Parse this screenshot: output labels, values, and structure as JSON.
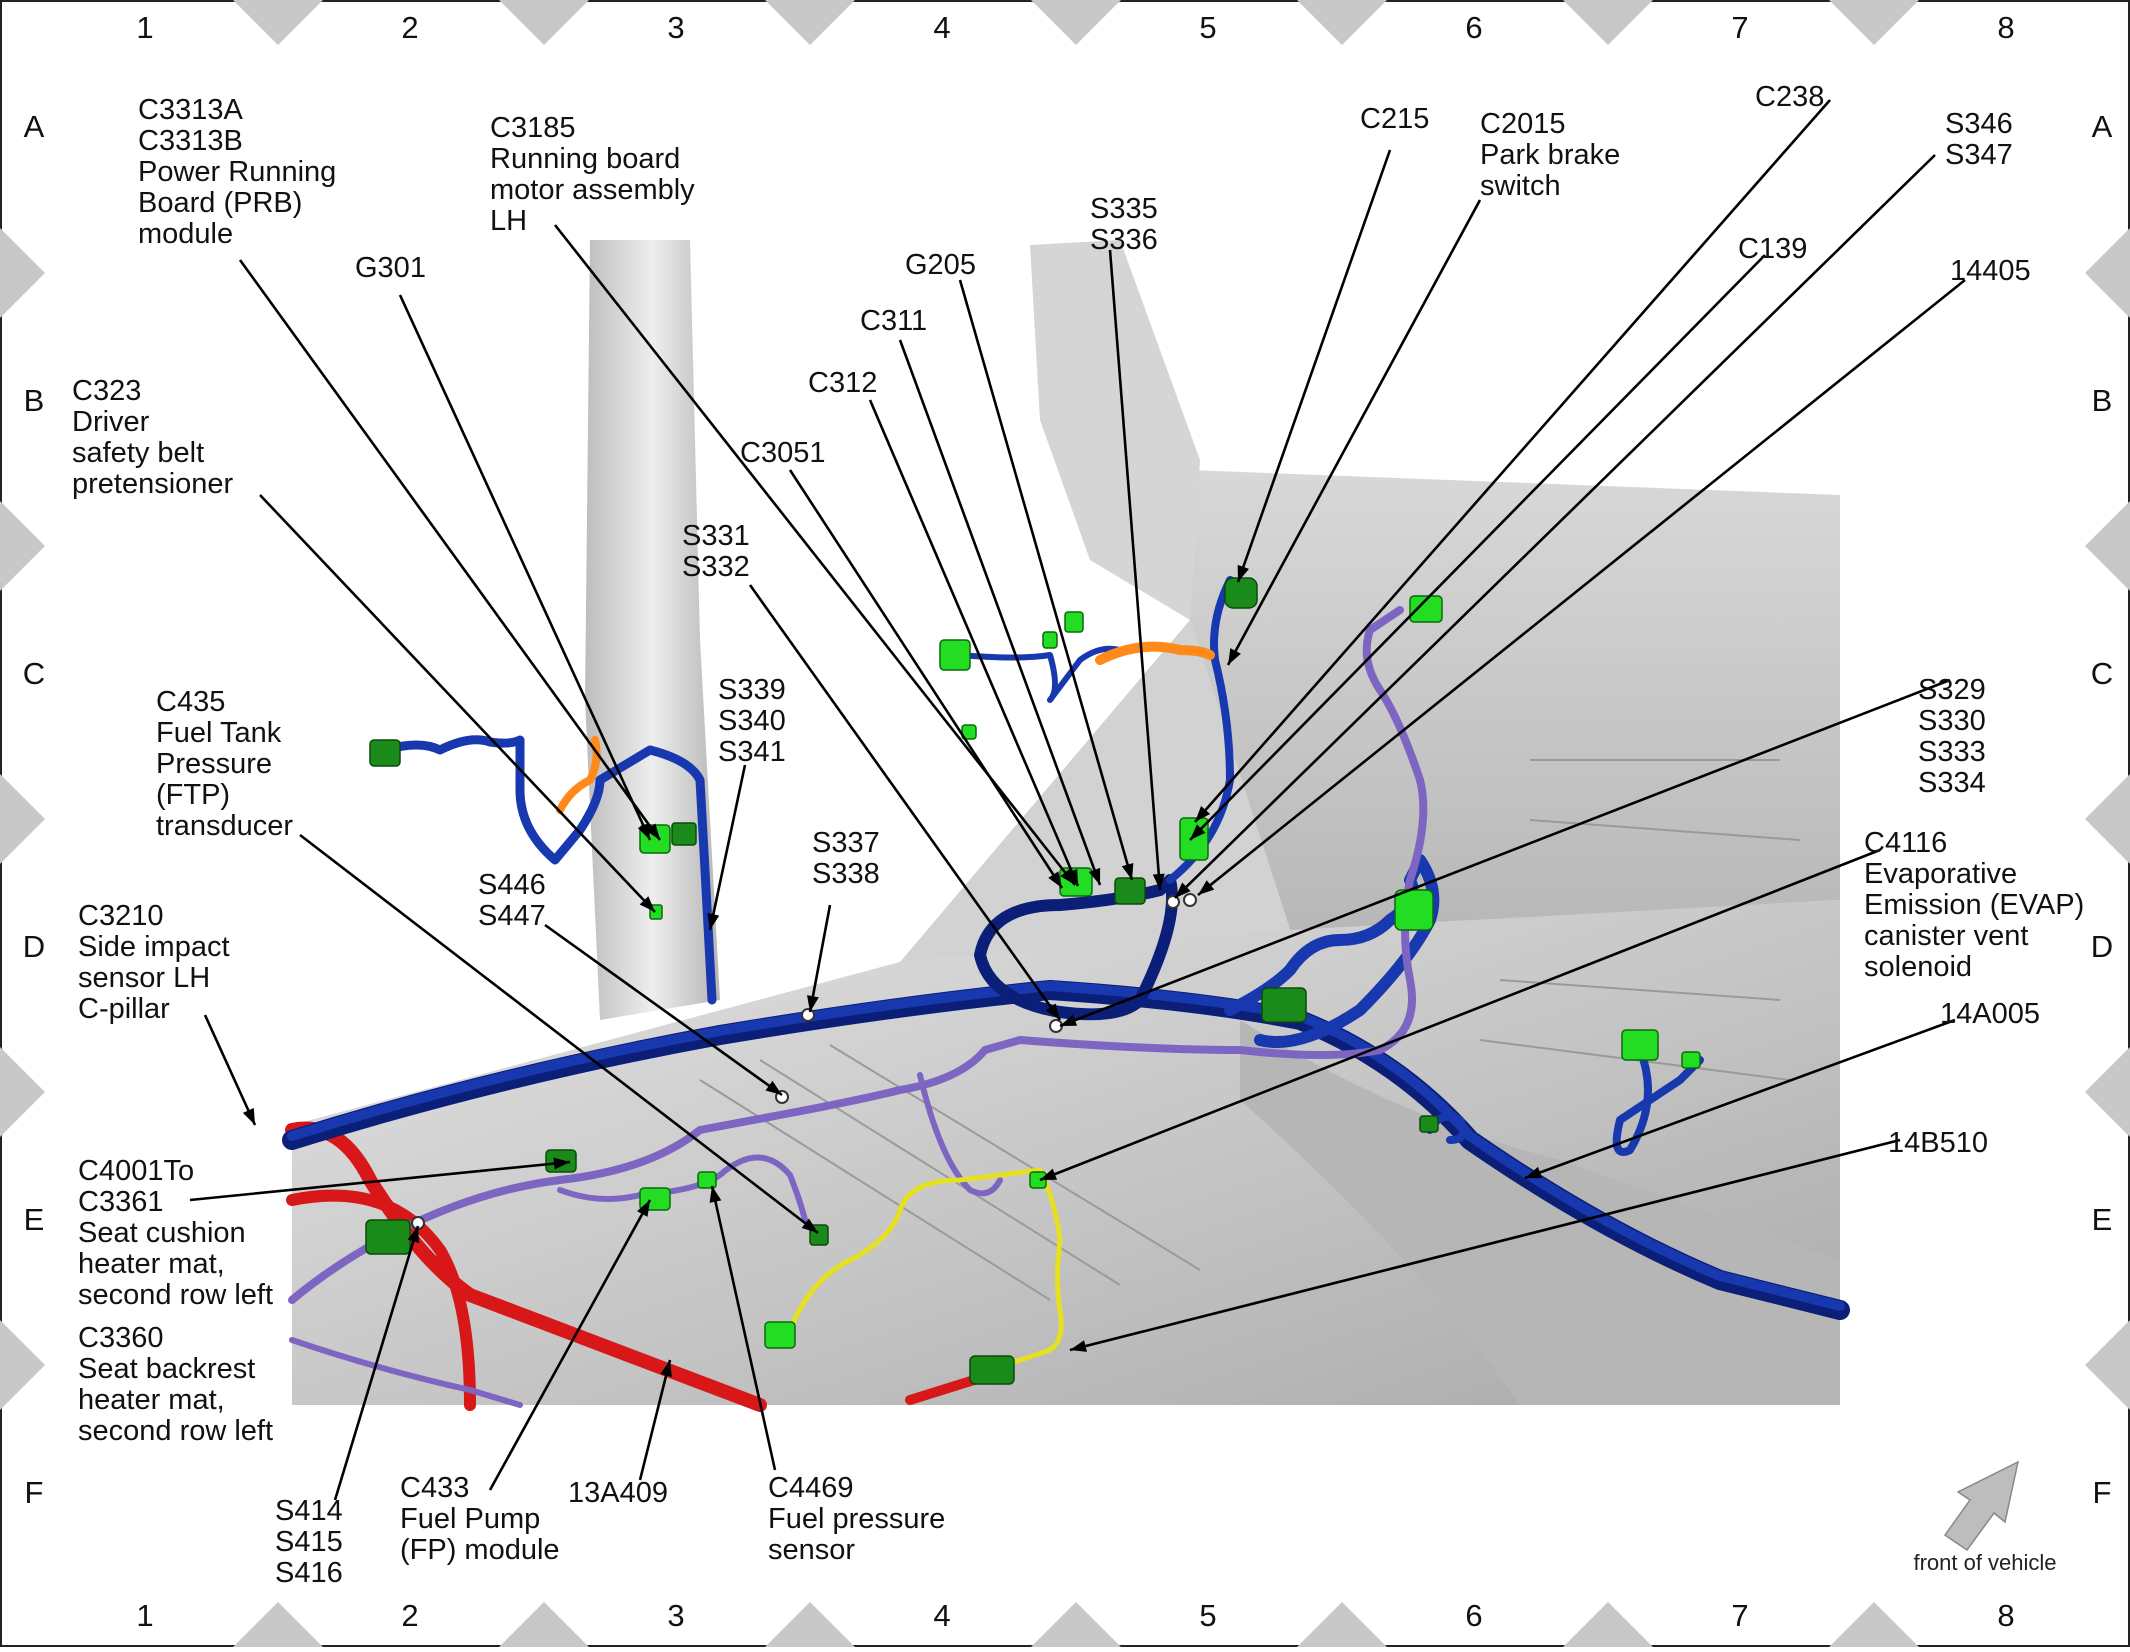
{
  "grid": {
    "columns": [
      "1",
      "2",
      "3",
      "4",
      "5",
      "6",
      "7",
      "8"
    ],
    "rows": [
      "A",
      "B",
      "C",
      "D",
      "E",
      "F"
    ]
  },
  "colors": {
    "harness_main": "#1838b0",
    "harness_secondary": "#7d66c2",
    "harness_fuel": "#d81818",
    "harness_sensor": "#e6e020",
    "connector": "#22dd22",
    "body_panel": "#c9c9c9"
  },
  "labels": {
    "c3313": [
      "C3313A",
      "C3313B",
      "Power Running",
      "Board (PRB)",
      "module"
    ],
    "c3185": [
      "C3185",
      "Running board",
      "motor assembly",
      "LH"
    ],
    "g301": [
      "G301"
    ],
    "c323": [
      "C323",
      "Driver",
      "safety belt",
      "pretensioner"
    ],
    "c215": [
      "C215"
    ],
    "c2015": [
      "C2015",
      "Park brake",
      "switch"
    ],
    "c238": [
      "C238"
    ],
    "s346": [
      "S346",
      "S347"
    ],
    "s335": [
      "S335",
      "S336"
    ],
    "g205": [
      "G205"
    ],
    "c139": [
      "C139"
    ],
    "c14405": [
      "14405"
    ],
    "c311": [
      "C311"
    ],
    "c312": [
      "C312"
    ],
    "c3051": [
      "C3051"
    ],
    "s331": [
      "S331",
      "S332"
    ],
    "s339": [
      "S339",
      "S340",
      "S341"
    ],
    "c435": [
      "C435",
      "Fuel Tank",
      "Pressure",
      "(FTP)",
      "transducer"
    ],
    "s329": [
      "S329",
      "S330",
      "S333",
      "S334"
    ],
    "s337": [
      "S337",
      "S338"
    ],
    "c4116": [
      "C4116",
      "Evaporative",
      "Emission (EVAP)",
      "canister vent",
      "solenoid"
    ],
    "s446": [
      "S446",
      "S447"
    ],
    "c3210": [
      "C3210",
      "Side impact",
      "sensor LH",
      "C-pillar"
    ],
    "c14a005": [
      "14A005"
    ],
    "c14b510": [
      "14B510"
    ],
    "c4001": [
      "C4001To",
      "C3361",
      "Seat cushion",
      "heater mat,",
      "second row left"
    ],
    "c3360": [
      "C3360",
      "Seat backrest",
      "heater mat,",
      "second row left"
    ],
    "s414": [
      "S414",
      "S415",
      "S416"
    ],
    "c433": [
      "C433",
      "Fuel Pump",
      "(FP) module"
    ],
    "c13a409": [
      "13A409"
    ],
    "c4469": [
      "C4469",
      "Fuel pressure",
      "sensor"
    ]
  },
  "front_of_vehicle": "front of vehicle"
}
